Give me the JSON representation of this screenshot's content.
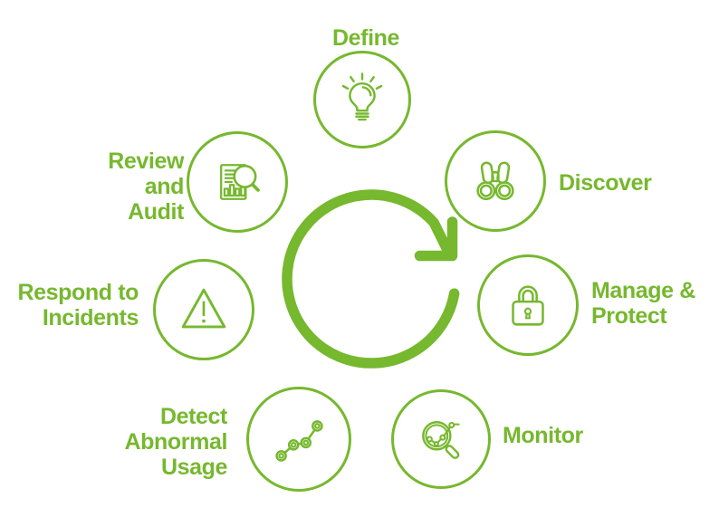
{
  "diagram": {
    "name": "data-lifecycle-cycle-diagram",
    "accent_color": "#76b82e",
    "background_color": "#ffffff",
    "center_icon": "cycle-clockwise-arrow-icon",
    "stages": [
      {
        "id": "define",
        "label": "Define",
        "icon": "lightbulb-icon"
      },
      {
        "id": "discover",
        "label": "Discover",
        "icon": "binoculars-icon"
      },
      {
        "id": "manage-protect",
        "label": "Manage &\nProtect",
        "icon": "padlock-icon"
      },
      {
        "id": "monitor",
        "label": "Monitor",
        "icon": "magnifier-chart-icon"
      },
      {
        "id": "detect-abnormal",
        "label": "Detect\nAbnormal\nUsage",
        "icon": "trend-nodes-icon"
      },
      {
        "id": "respond-incidents",
        "label": "Respond to\nIncidents",
        "icon": "warning-triangle-icon"
      },
      {
        "id": "review-audit",
        "label": "Review\nand\nAudit",
        "icon": "document-magnifier-icon"
      }
    ]
  }
}
